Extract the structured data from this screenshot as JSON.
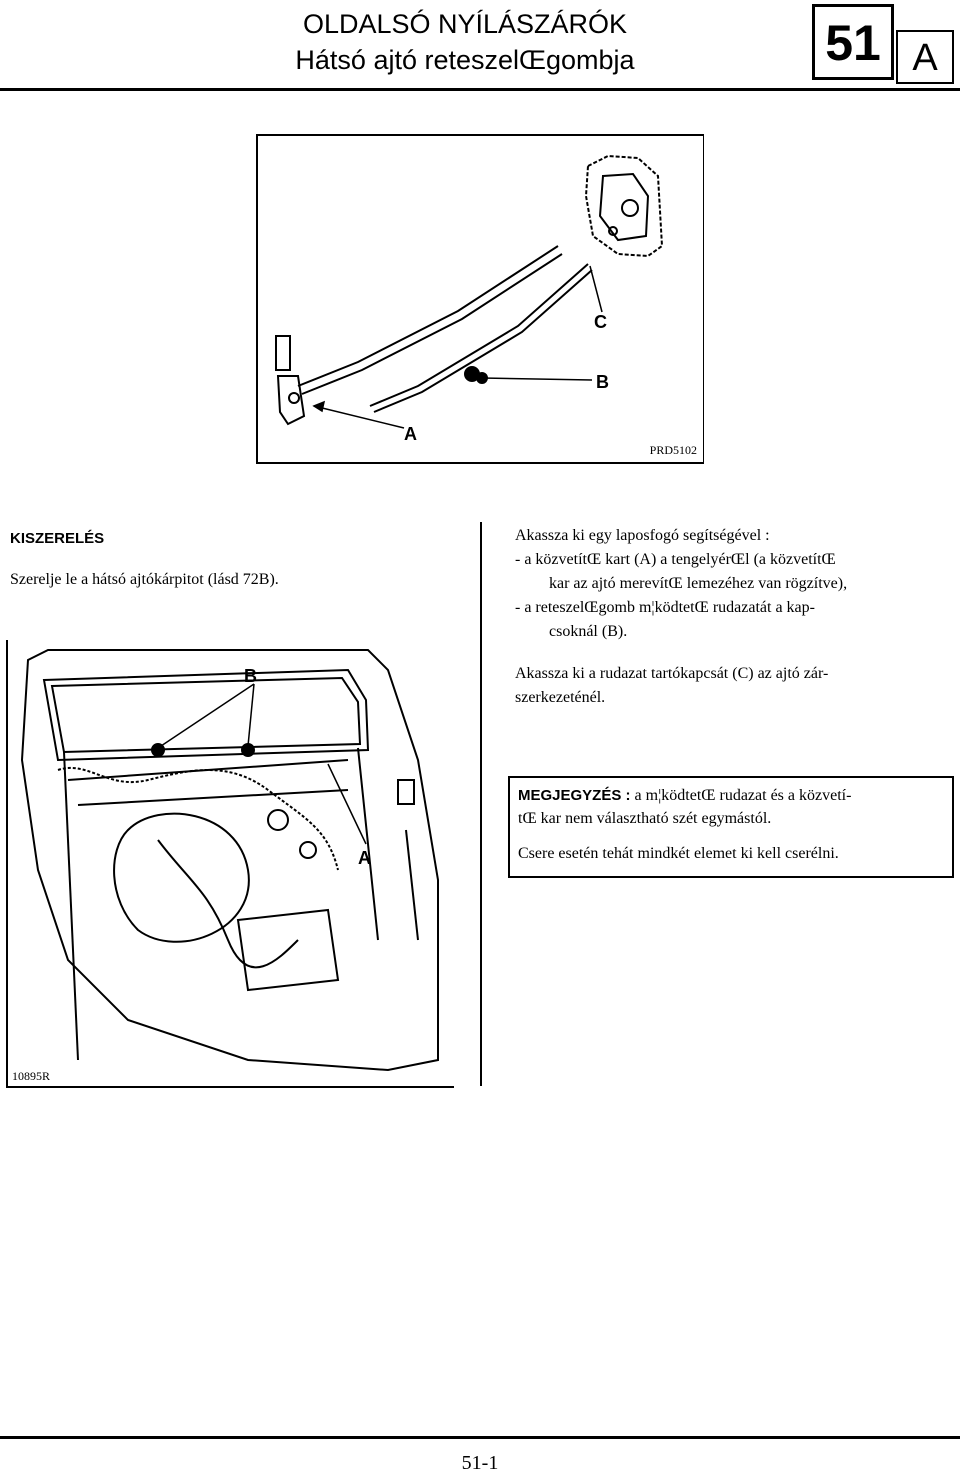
{
  "header": {
    "title": "OLDALSÓ NYÍLÁSZÁRÓK",
    "subtitle": "Hátsó ajtó reteszelŒgombja",
    "section_number": "51",
    "section_letter": "A"
  },
  "figure1": {
    "ref": "PRD5102",
    "labels": [
      "C",
      "B",
      "A"
    ]
  },
  "figure2": {
    "ref": "10895R",
    "labels": [
      "B",
      "A"
    ]
  },
  "left": {
    "heading": "KISZERELÉS",
    "text": "Szerelje le a hátsó ajtókárpitot (lásd 72B)."
  },
  "right": {
    "intro": "Akassza ki egy laposfogó segítségével :",
    "bullet1_line1": "-   a közvetítŒ kart (A) a tengelyérŒl (a közvetítŒ",
    "bullet1_line2": "kar az ajtó merevítŒ lemezéhez van rögzítve),",
    "bullet2_line1": "-   a reteszelŒgomb m¦ködtetŒ rudazatát a kap-",
    "bullet2_line2": "csoknál (B).",
    "para2_line1": "Akassza ki a rudazat tartókapcsát (C) az ajtó zár-",
    "para2_line2": "szerkezeténél."
  },
  "note": {
    "label": "MEGJEGYZÉS :",
    "line1": " a m¦ködtetŒ rudazat és a közvetí-",
    "line2": "tŒ kar nem választható szét egymástól.",
    "line3": "Csere esetén tehát mindkét elemet ki kell cserélni."
  },
  "footer": {
    "page": "51-1"
  }
}
